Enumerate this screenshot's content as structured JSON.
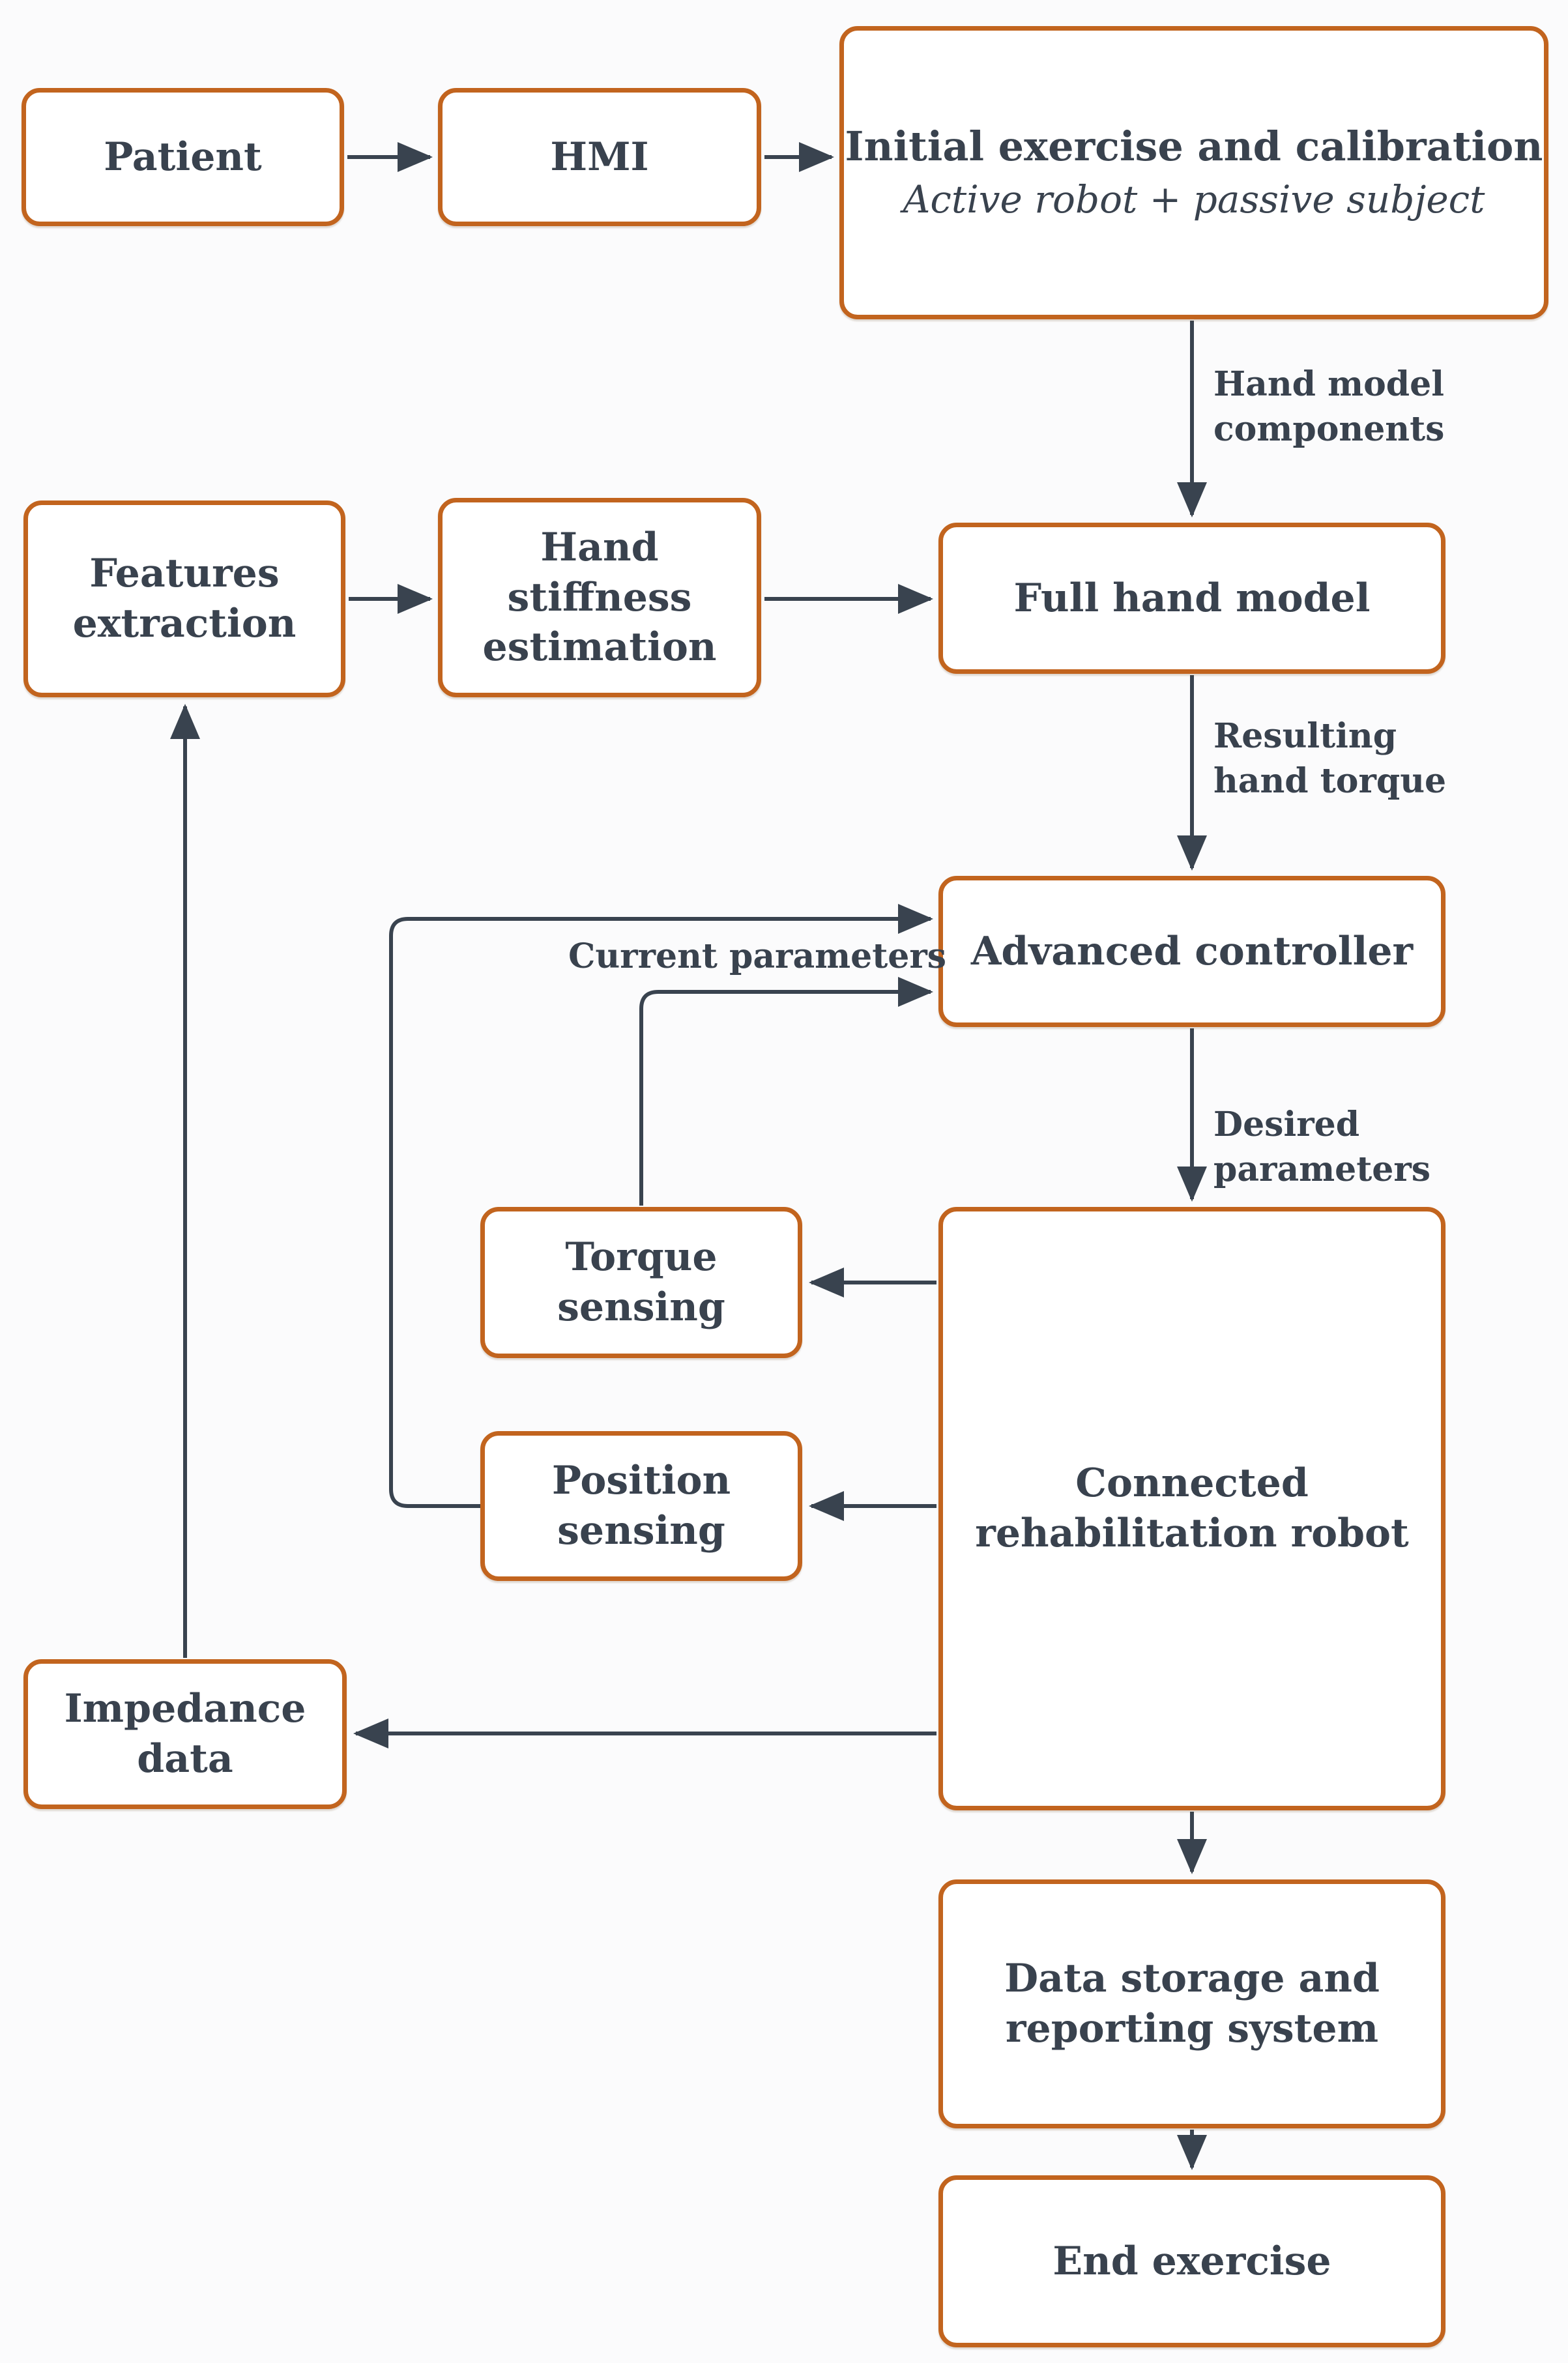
{
  "diagram": {
    "background": "#FBFBFC",
    "colors": {
      "box_border": "#C2641E",
      "box_fill": "#FFFFFF",
      "text": "#39424E",
      "arrow": "#39434F"
    },
    "nodes": {
      "patient": {
        "label": "Patient"
      },
      "hmi": {
        "label": "HMI"
      },
      "initial": {
        "title": "Initial exercise and calibration",
        "subtitle": "Active robot + passive subject"
      },
      "features": {
        "label": "Features\nextraction"
      },
      "stiffness": {
        "label": "Hand\nstiffness\nestimation"
      },
      "full_hand": {
        "label": "Full hand model"
      },
      "controller": {
        "label": "Advanced controller"
      },
      "torque": {
        "label": "Torque\nsensing"
      },
      "position": {
        "label": "Position\nsensing"
      },
      "robot": {
        "label": "Connected\nrehabilitation robot"
      },
      "impedance": {
        "label": "Impedance\ndata"
      },
      "storage": {
        "label": "Data storage and\nreporting system"
      },
      "end": {
        "label": "End exercise"
      }
    },
    "edge_labels": {
      "hand_model_components": "Hand model\ncomponents",
      "resulting_hand_torque": "Resulting\nhand torque",
      "current_parameters": "Current parameters",
      "desired_parameters": "Desired parameters"
    }
  }
}
